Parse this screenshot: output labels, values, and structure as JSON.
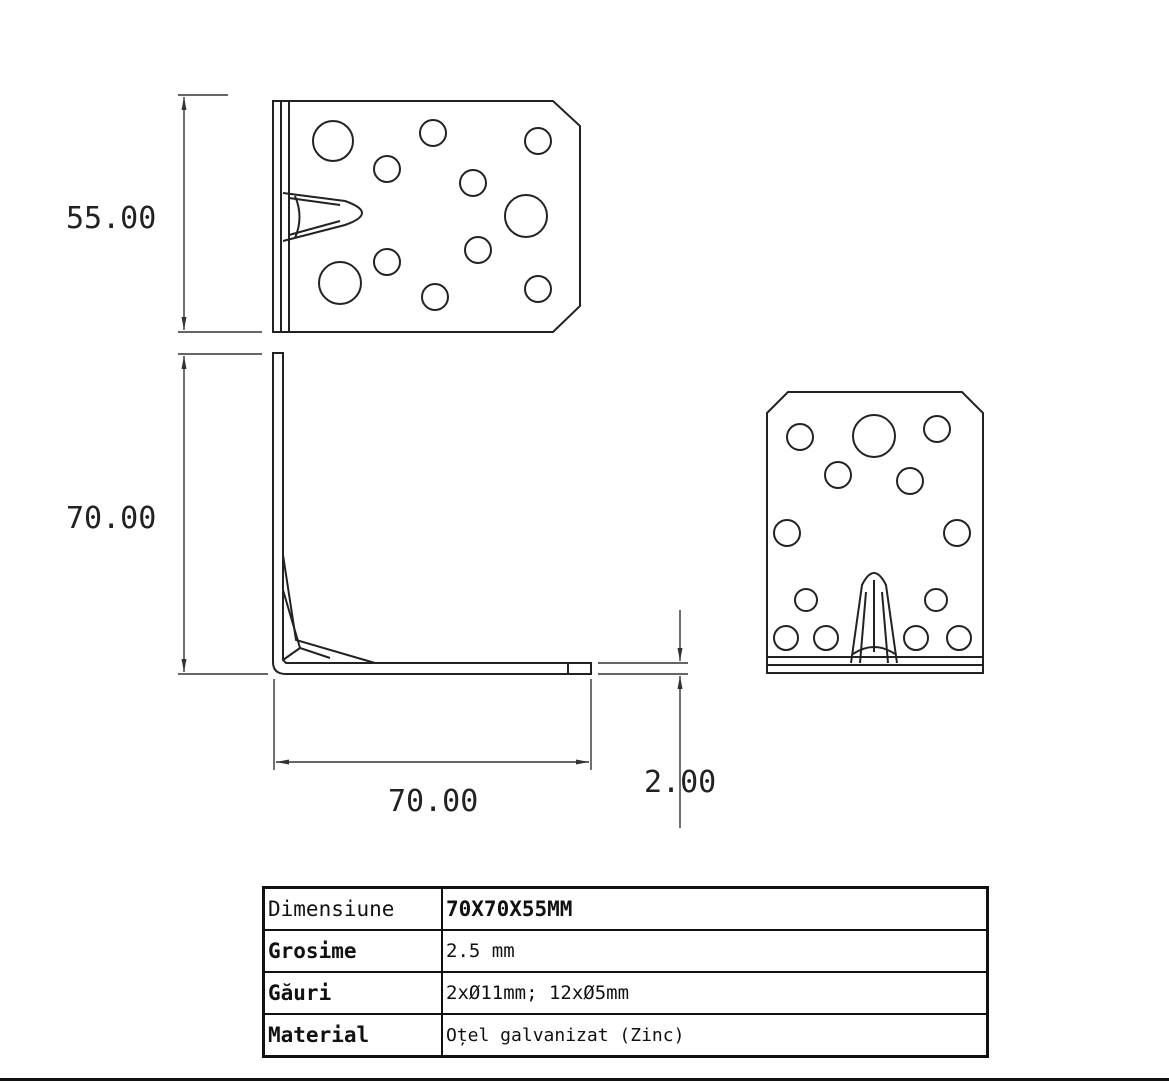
{
  "dimensions": {
    "height_top": "55.00",
    "height_side": "70.00",
    "width": "70.00",
    "thickness": "2.00"
  },
  "specs": [
    {
      "label": "Dimensiune",
      "value": "70X70X55MM"
    },
    {
      "label": "Grosime",
      "value": "2.5 mm"
    },
    {
      "label": "Găuri",
      "value": "2xØ11mm; 12xØ5mm"
    },
    {
      "label": "Material",
      "value": "Oțel galvanizat (Zinc)"
    }
  ],
  "colors": {
    "line": "#222222",
    "background": "#ffffff"
  }
}
